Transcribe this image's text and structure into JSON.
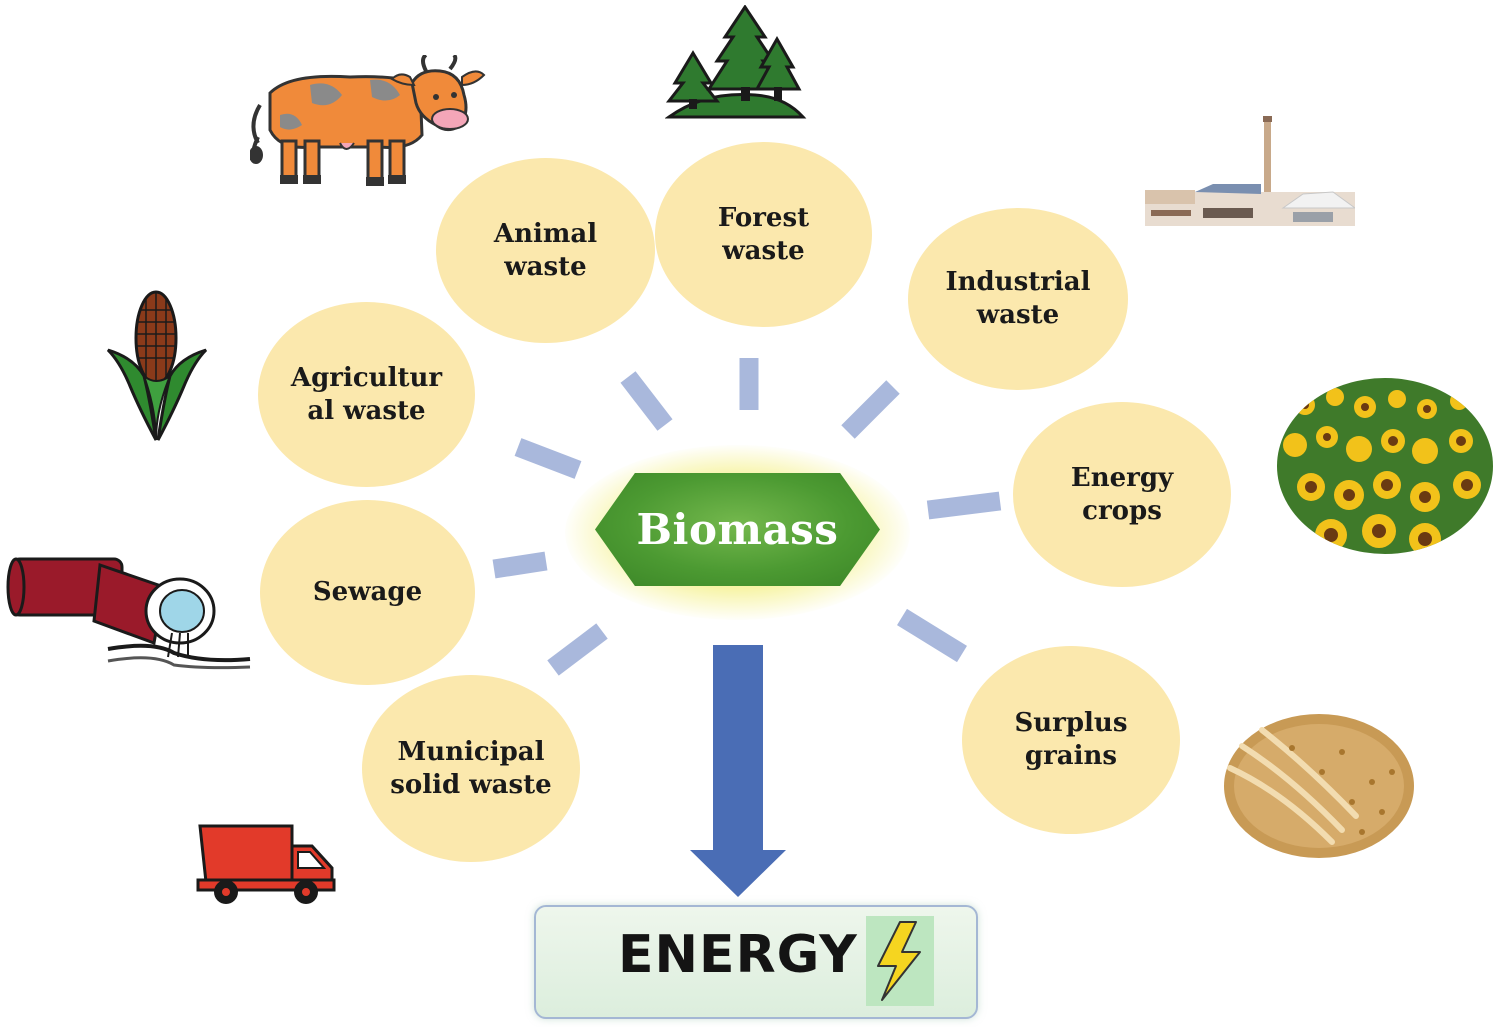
{
  "center": {
    "label": "Biomass"
  },
  "sources": [
    {
      "id": "animal",
      "label": "Animal\nwaste",
      "icon": "cow-icon"
    },
    {
      "id": "forest",
      "label": "Forest\nwaste",
      "icon": "trees-icon"
    },
    {
      "id": "industrial",
      "label": "Industrial\nwaste",
      "icon": "factory-icon"
    },
    {
      "id": "agricultural",
      "label": "Agricultur\nal waste",
      "icon": "corn-icon"
    },
    {
      "id": "energy-crops",
      "label": "Energy\ncrops",
      "icon": "sunflower-field-icon"
    },
    {
      "id": "sewage",
      "label": "Sewage",
      "icon": "sewage-pipe-icon"
    },
    {
      "id": "surplus-grains",
      "label": "Surplus\ngrains",
      "icon": "wheat-grains-icon"
    },
    {
      "id": "municipal",
      "label": "Municipal\nsolid waste",
      "icon": "dump-truck-icon"
    }
  ],
  "output": {
    "label": "ENERGY",
    "icon": "lightning-icon"
  },
  "colors": {
    "node_fill": "#fbe8ad",
    "center_fill": "#4c9a32",
    "spoke": "#a9b8dc",
    "arrow": "#4a6db5",
    "energy_box": "#dceedd"
  }
}
